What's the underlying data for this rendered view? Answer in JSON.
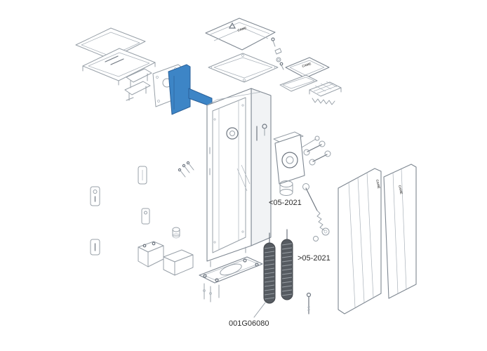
{
  "diagram": {
    "brand": "CAME",
    "labels": {
      "motor_date": "<05-2021",
      "spring_date": ">05-2021",
      "part_number": "001G06080"
    },
    "colors": {
      "highlight": "#3d85c6",
      "highlight_stroke": "#2a6099",
      "line": "#98a0a8",
      "ink": "#2b2b2b"
    }
  }
}
